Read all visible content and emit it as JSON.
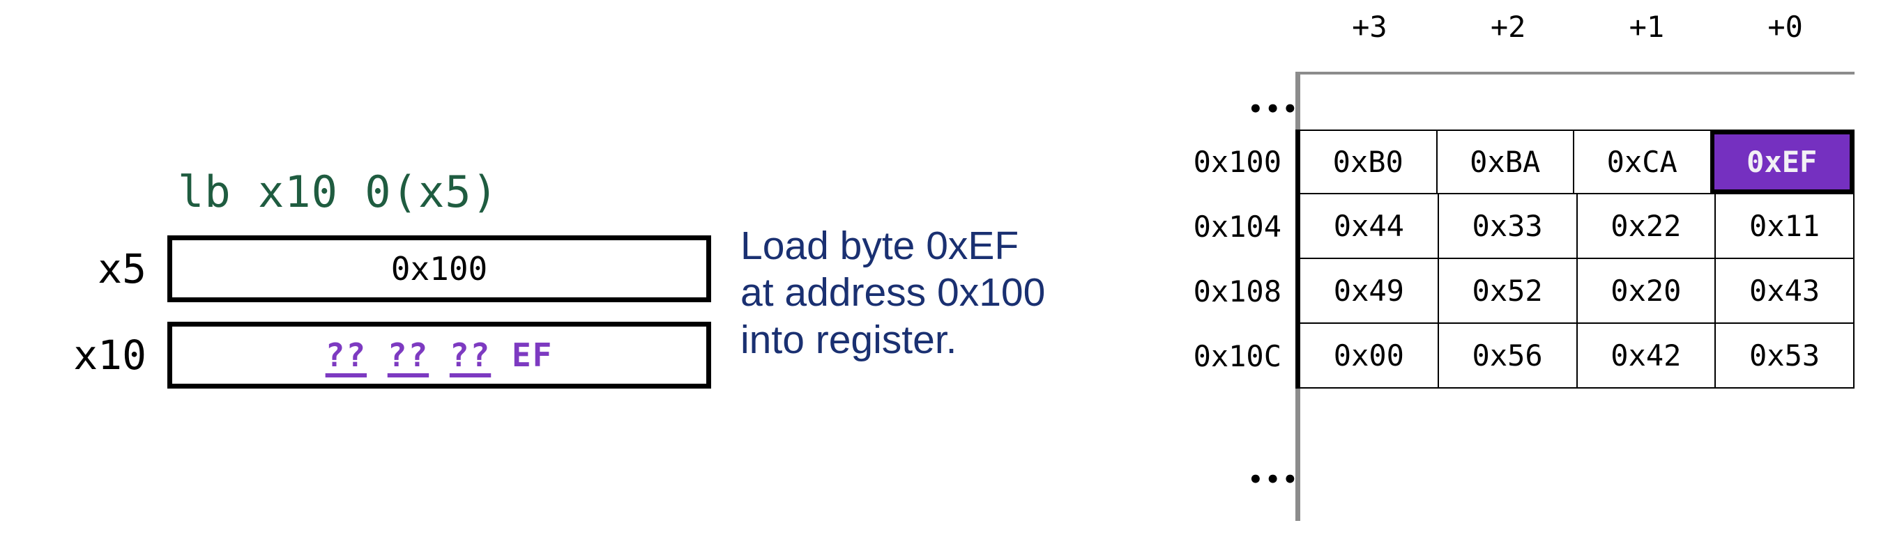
{
  "colors": {
    "instruction_green": "#1f5c40",
    "description_blue": "#1a3071",
    "highlight_purple": "#7530c0",
    "unknown_byte_purple": "#7d3ac1",
    "rule_grey": "#8c8c8c"
  },
  "instruction": {
    "text": "lb x10 0(x5)"
  },
  "registers": [
    {
      "name": "x5",
      "label": "x5",
      "value": "0x100",
      "kind": "plain"
    },
    {
      "name": "x10",
      "label": "x10",
      "kind": "bytes",
      "bytes": [
        {
          "text": "??",
          "known": false
        },
        {
          "text": "??",
          "known": false
        },
        {
          "text": "??",
          "known": false
        },
        {
          "text": "EF",
          "known": true
        }
      ]
    }
  ],
  "description": {
    "text": "Load byte 0xEF\nat address 0x100\ninto register."
  },
  "memory": {
    "column_headers": [
      "+3",
      "+2",
      "+1",
      "+0"
    ],
    "ellipsis_top": "•••",
    "ellipsis_bottom": "•••",
    "rows": [
      {
        "address": "0x100",
        "cells": [
          "0xB0",
          "0xBA",
          "0xCA",
          "0xEF"
        ],
        "highlight_index": 3
      },
      {
        "address": "0x104",
        "cells": [
          "0x44",
          "0x33",
          "0x22",
          "0x11"
        ],
        "highlight_index": -1
      },
      {
        "address": "0x108",
        "cells": [
          "0x49",
          "0x52",
          "0x20",
          "0x43"
        ],
        "highlight_index": -1
      },
      {
        "address": "0x10C",
        "cells": [
          "0x00",
          "0x56",
          "0x42",
          "0x53"
        ],
        "highlight_index": -1
      }
    ]
  }
}
